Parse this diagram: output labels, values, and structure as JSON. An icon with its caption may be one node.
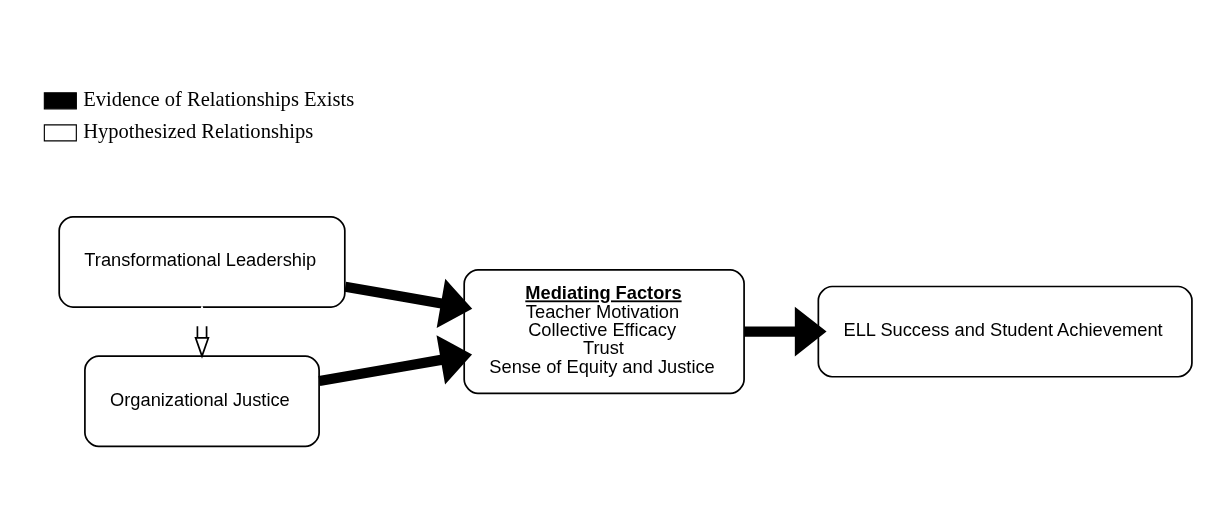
{
  "diagram": {
    "nodes": [
      {
        "text": [
          "Transformational Leadership"
        ]
      },
      {
        "text": [
          "Organizational Justice"
        ]
      },
      {
        "text": [
          "Mediating Factors",
          "Teacher Motivation",
          "Collective Efficacy",
          "Trust",
          "Sense of Equity and Justice"
        ]
      },
      {
        "text": [
          "ELL Success and Student Achievement"
        ]
      }
    ],
    "edges": [
      {
        "from": 0,
        "to": 1,
        "arrow": "both"
      },
      {
        "from": 0,
        "to": 2,
        "arrow": "to"
      },
      {
        "from": 1,
        "to": 2,
        "arrow": "to"
      },
      {
        "from": 2,
        "to": 3,
        "arrow": "to"
      }
    ],
    "legend": [
      {
        "text": "Evidence of Relationships Exists"
      },
      {
        "text": "Hypothesized Relationships"
      }
    ]
  }
}
